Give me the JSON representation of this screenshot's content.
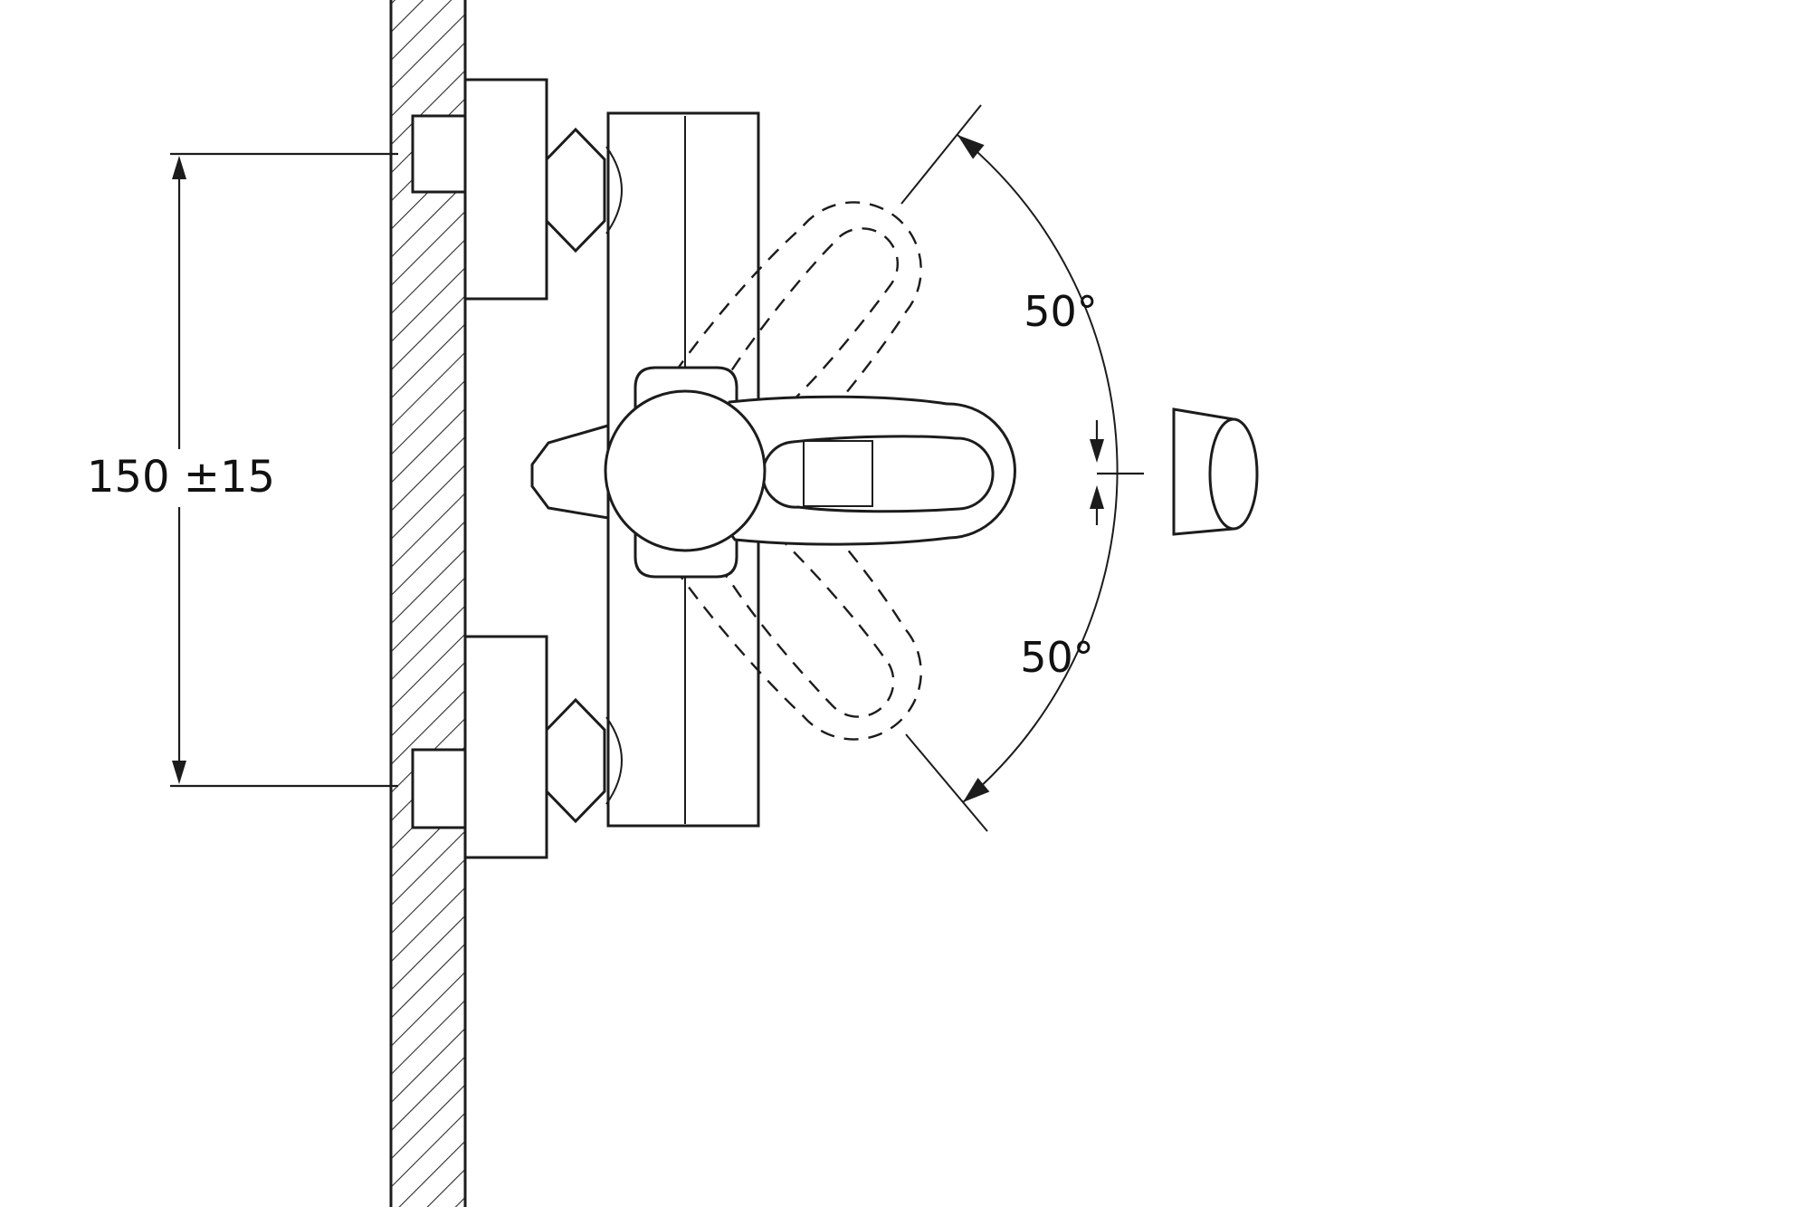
{
  "diagram": {
    "type": "technical-installation-drawing",
    "labels": {
      "offset_dimension": "150 ±15",
      "angle_upper": "50°",
      "angle_lower": "50°"
    },
    "colors": {
      "line": "#1c1c1c",
      "background": "#ffffff"
    }
  }
}
